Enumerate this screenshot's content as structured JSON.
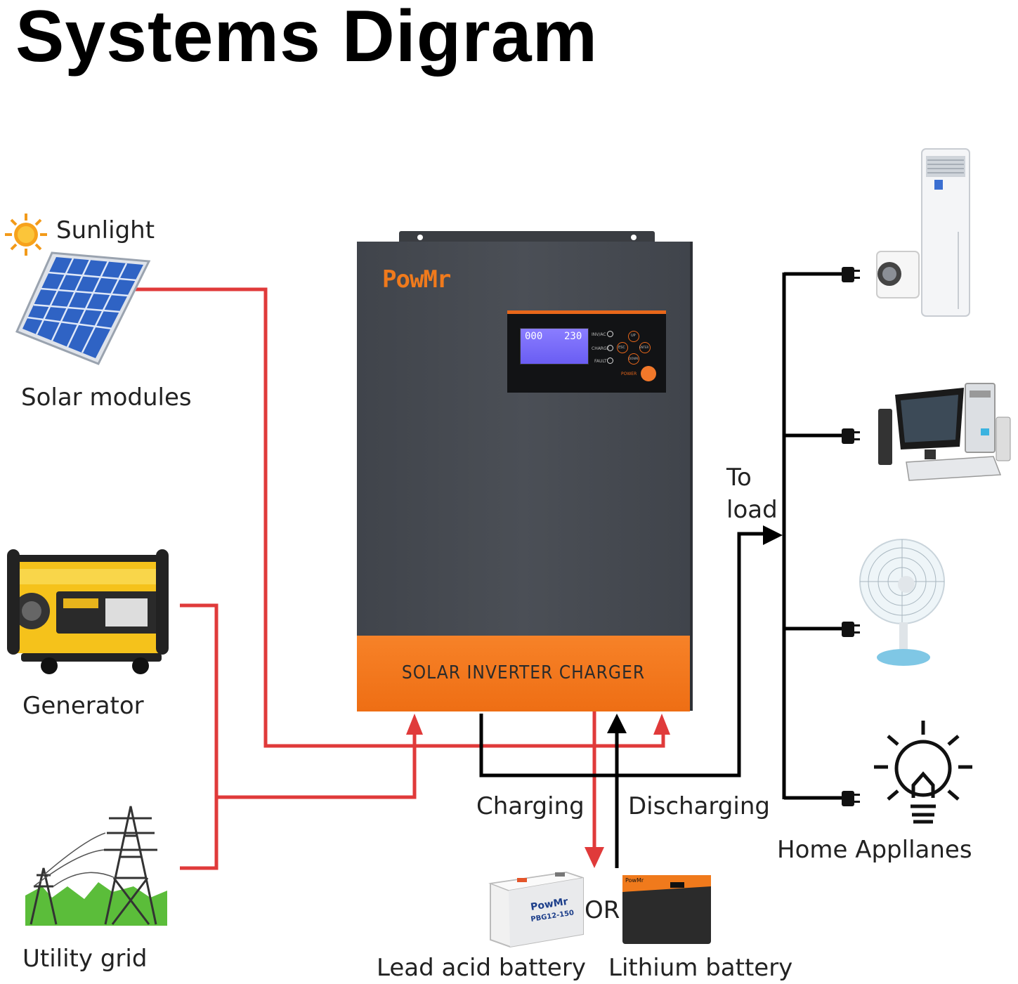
{
  "title": "Systems Digram",
  "sources": {
    "sunlight": "Sunlight",
    "solar_modules": "Solar modules",
    "generator": "Generator",
    "utility_grid": "Utility grid"
  },
  "inverter": {
    "brand": "PowMr",
    "lcd_left": "000",
    "lcd_right": "230",
    "indicator_invac": "INV/AC",
    "indicator_charge": "CHARGE",
    "indicator_fault": "FAULT",
    "btn_up": "UP",
    "btn_esc": "ESC",
    "btn_enter": "ENTER",
    "btn_down": "DOWN",
    "power_label": "POWER",
    "base_label": "SOLAR INVERTER CHARGER"
  },
  "flows": {
    "to_load_line1": "To",
    "to_load_line2": "load",
    "charging": "Charging",
    "discharging": "Discharging"
  },
  "batteries": {
    "lead_acid": "Lead acid battery",
    "or": "OR",
    "lithium": "Lithium battery",
    "lead_brand": "PowMr",
    "lead_model": "PBG12-150",
    "lithium_brand": "PowMr"
  },
  "loads": {
    "home_appliances": "Home Appllanes"
  },
  "colors": {
    "red_wire": "#e03a3a",
    "black_wire": "#000000",
    "inverter_body": "#45494f",
    "inverter_orange": "#f2781e"
  }
}
